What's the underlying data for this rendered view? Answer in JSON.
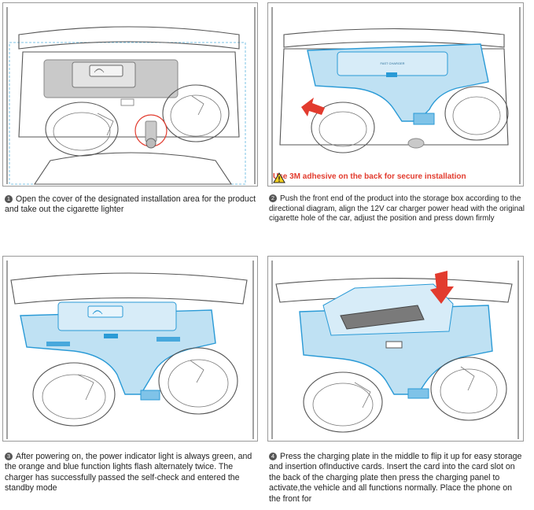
{
  "steps": [
    {
      "number": "1",
      "text": "Open the cover of the designated installation area for the product and take out the cigarette lighter"
    },
    {
      "number": "2",
      "text": "Push the front end of the product into the storage box according to the directional diagram, align the 12V car charger power head with the original cigarette hole of the car, adjust the position and press down firmly"
    },
    {
      "number": "3",
      "text": "After powering on, the power indicator light is always green, and the orange and blue function lights flash alternately twice. The charger has successfully passed the self-check and entered the standby mode"
    },
    {
      "number": "4",
      "text": "Press the charging plate in the middle to flip it up for easy storage and insertion ofInductive cards. Insert the card into the card slot on the back of the charging plate then press the charging panel to activate,the vehicle and all functions normally. Place the phone on the front for"
    }
  ],
  "warning": {
    "text": "Use 3M adhesive on the back for secure installation",
    "icon": "warning-triangle-icon"
  },
  "device_label": "FAST CHARGER",
  "colors": {
    "device_blue": "#2a9ad6",
    "arrow_red": "#e23b2e",
    "warning_red": "#e23b2e"
  }
}
